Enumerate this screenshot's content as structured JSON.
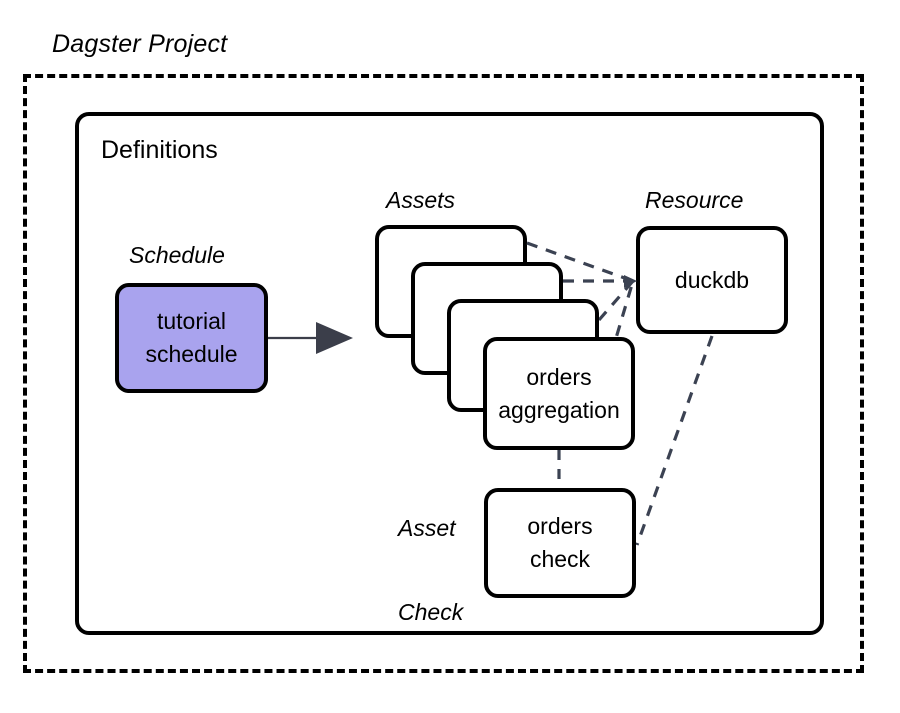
{
  "diagram": {
    "title": "Dagster Project",
    "container_label": "Definitions",
    "groups": {
      "schedule": "Schedule",
      "assets": "Assets",
      "resource": "Resource",
      "asset_check_line1": "Asset",
      "asset_check_line2": "Check"
    },
    "nodes": {
      "schedule": {
        "line1": "tutorial",
        "line2": "schedule"
      },
      "asset_top": {
        "line1": "orders",
        "line2": "aggregation"
      },
      "resource": {
        "line1": "duckdb"
      },
      "asset_check": {
        "line1": "orders",
        "line2": "check"
      }
    },
    "colors": {
      "schedule_fill": "#a9a3ee",
      "node_stroke": "#000000",
      "node_fill": "#ffffff",
      "edge_dashed": "#3b4252",
      "edge_solid": "#3b3e4a",
      "background": "#ffffff"
    },
    "edges": [
      {
        "name": "schedule-to-assets",
        "from": "schedule",
        "to": "assets",
        "style": "solid-arrow"
      },
      {
        "name": "asset1-to-resource",
        "from": "asset-card-1",
        "to": "resource",
        "style": "dashed"
      },
      {
        "name": "asset2-to-resource",
        "from": "asset-card-2",
        "to": "resource",
        "style": "dashed"
      },
      {
        "name": "asset3-to-resource",
        "from": "asset-card-3",
        "to": "resource",
        "style": "dashed"
      },
      {
        "name": "asset4-to-resource",
        "from": "asset-card-4",
        "to": "resource",
        "style": "dashed"
      },
      {
        "name": "resource-to-asset-check",
        "from": "resource",
        "to": "asset-check",
        "style": "dashed"
      },
      {
        "name": "asset4-to-asset-check",
        "from": "asset-card-4",
        "to": "asset-check",
        "style": "dashed"
      }
    ]
  }
}
